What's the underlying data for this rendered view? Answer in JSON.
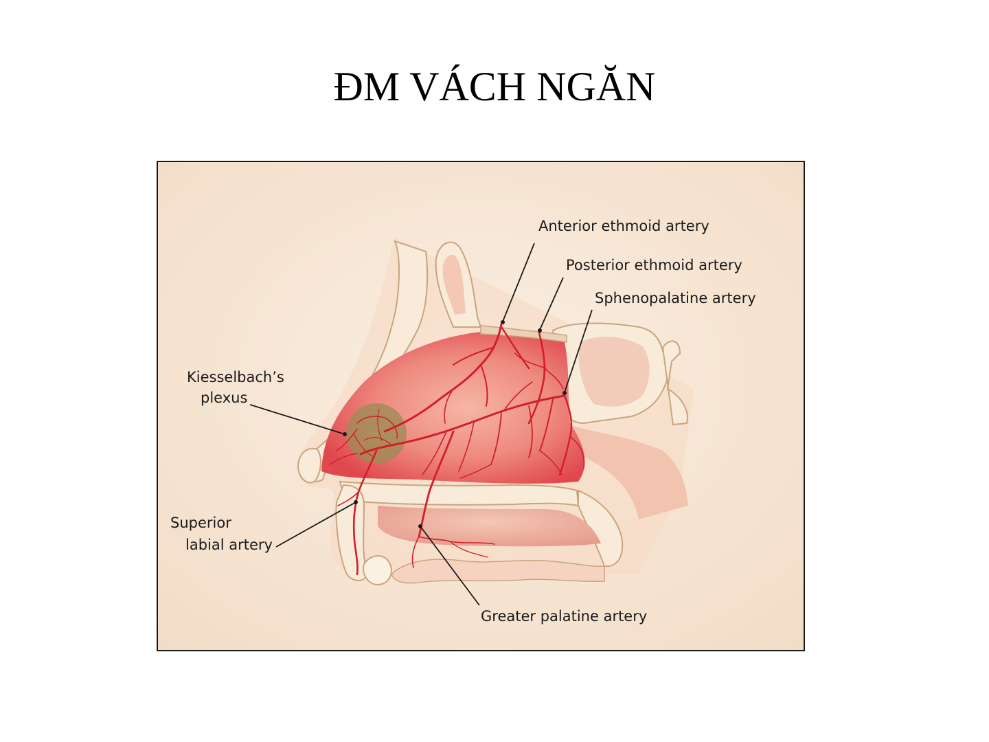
{
  "slide": {
    "title": "ĐM VÁCH NGĂN"
  },
  "figure": {
    "colors": {
      "background": "#f6e6d3",
      "bone": "#f8ebd9",
      "bone_outline": "#c9a47e",
      "mucosa": "#e8585a",
      "artery": "#d11e2a",
      "plexus": "#9c8a55"
    },
    "labels": {
      "anterior_ethmoid": "Anterior ethmoid artery",
      "posterior_ethmoid": "Posterior ethmoid artery",
      "sphenopalatine": "Sphenopalatine artery",
      "kiesselbach_line1": "Kiesselbach’s",
      "kiesselbach_line2": "plexus",
      "superior_labial_line1": "Superior",
      "superior_labial_line2": "labial artery",
      "greater_palatine": "Greater palatine artery"
    }
  }
}
